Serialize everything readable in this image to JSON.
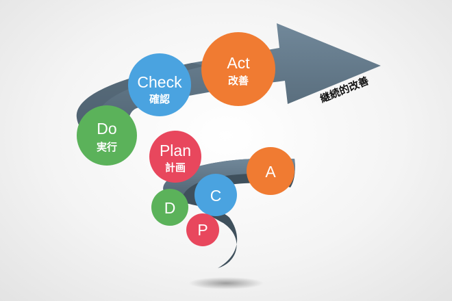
{
  "caption": "継続的改善",
  "colors": {
    "band": "#5e7485",
    "band_dark": "#3f505c",
    "check_blue": "#4aa3e0",
    "act_orange": "#f07b32",
    "do_green": "#5bb25a",
    "plan_red": "#e8475d"
  },
  "cycles": [
    {
      "name": "large",
      "steps": [
        {
          "label": "Plan",
          "sub": "計画",
          "color": "#e8475d"
        },
        {
          "label": "Do",
          "sub": "実行",
          "color": "#5bb25a"
        },
        {
          "label": "Check",
          "sub": "確認",
          "color": "#4aa3e0"
        },
        {
          "label": "Act",
          "sub": "改善",
          "color": "#f07b32"
        }
      ]
    },
    {
      "name": "small",
      "steps": [
        {
          "label": "P",
          "color": "#e8475d"
        },
        {
          "label": "D",
          "color": "#5bb25a"
        },
        {
          "label": "C",
          "color": "#4aa3e0"
        },
        {
          "label": "A",
          "color": "#f07b32"
        }
      ]
    }
  ]
}
